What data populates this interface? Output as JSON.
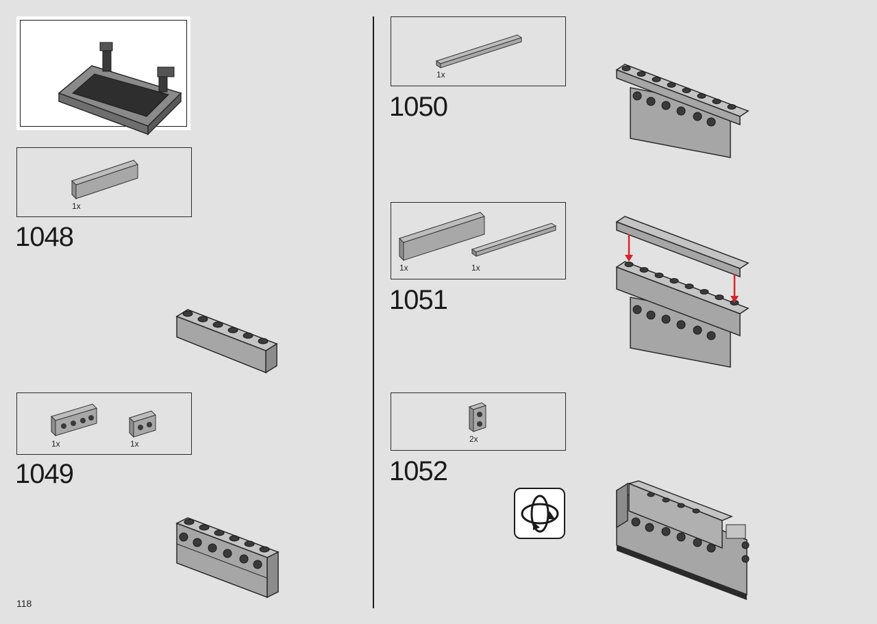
{
  "page": {
    "number": "118"
  },
  "steps": [
    {
      "number": "1048",
      "parts": [
        {
          "qty": "1x"
        }
      ]
    },
    {
      "number": "1049",
      "parts": [
        {
          "qty": "1x"
        },
        {
          "qty": "1x"
        }
      ]
    },
    {
      "number": "1050",
      "parts": [
        {
          "qty": "1x"
        }
      ]
    },
    {
      "number": "1051",
      "parts": [
        {
          "qty": "1x"
        },
        {
          "qty": "1x"
        }
      ]
    },
    {
      "number": "1052",
      "parts": [
        {
          "qty": "2x"
        }
      ]
    }
  ],
  "icons": {
    "rotate": "rotate-model-icon",
    "arrow_color": "#d8232a"
  }
}
